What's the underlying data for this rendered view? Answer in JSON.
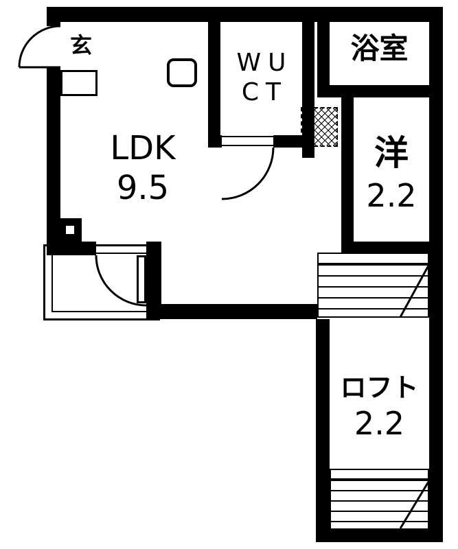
{
  "meta": {
    "wall_color": "#000000",
    "background": "#ffffff"
  },
  "rooms": {
    "genkan": {
      "label": "玄"
    },
    "ldk": {
      "name": "LDK",
      "size": "9.5"
    },
    "wuct": {
      "line1": "WU",
      "line2": "CT"
    },
    "bathroom": {
      "label": "浴室"
    },
    "western": {
      "label": "洋",
      "size": "2.2"
    },
    "loft": {
      "label": "ロフト",
      "size": "2.2"
    }
  }
}
